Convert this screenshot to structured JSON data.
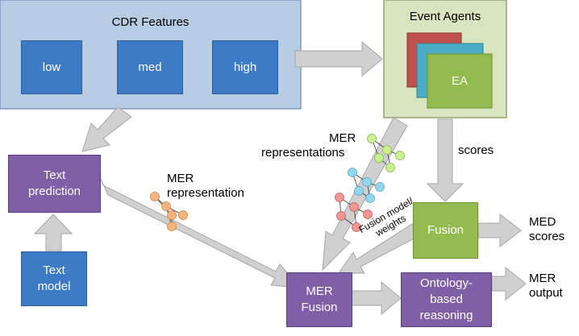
{
  "cdr": {
    "title": "CDR Features",
    "levels": [
      "low",
      "med",
      "high"
    ]
  },
  "event_agents": {
    "title": "Event Agents",
    "card_label": "EA"
  },
  "text_prediction": {
    "line1": "Text",
    "line2": "prediction"
  },
  "text_model": {
    "line1": "Text",
    "line2": "model"
  },
  "mer_fusion": {
    "line1": "MER",
    "line2": "Fusion"
  },
  "ontology": {
    "line1": "Ontology-",
    "line2": "based",
    "line3": "reasoning"
  },
  "fusion": {
    "label": "Fusion"
  },
  "annotations": {
    "mer_representations": {
      "line1": "MER",
      "line2": "representations"
    },
    "mer_representation": {
      "line1": "MER",
      "line2": "representation"
    },
    "scores": "scores",
    "fusion_weights": {
      "line1": "Fusion model/",
      "line2": "weights"
    },
    "med_scores": {
      "line1": "MED",
      "line2": "scores"
    },
    "mer_output": {
      "line1": "MER",
      "line2": "output"
    }
  },
  "colors": {
    "cdr_container": "#b8cce4",
    "cdr_box": "#3d7bc6",
    "purple_box": "#7f5fa6",
    "green_box": "#94bb4f",
    "ea_container": "#d7e4bd",
    "ea_red": "#c0504d",
    "ea_cyan": "#4bacc6",
    "arrow": "#d0d0d0",
    "node_orange": "#f8b47a",
    "node_cyan": "#92d7f0",
    "node_green": "#c9f08e",
    "node_red": "#f29696"
  }
}
